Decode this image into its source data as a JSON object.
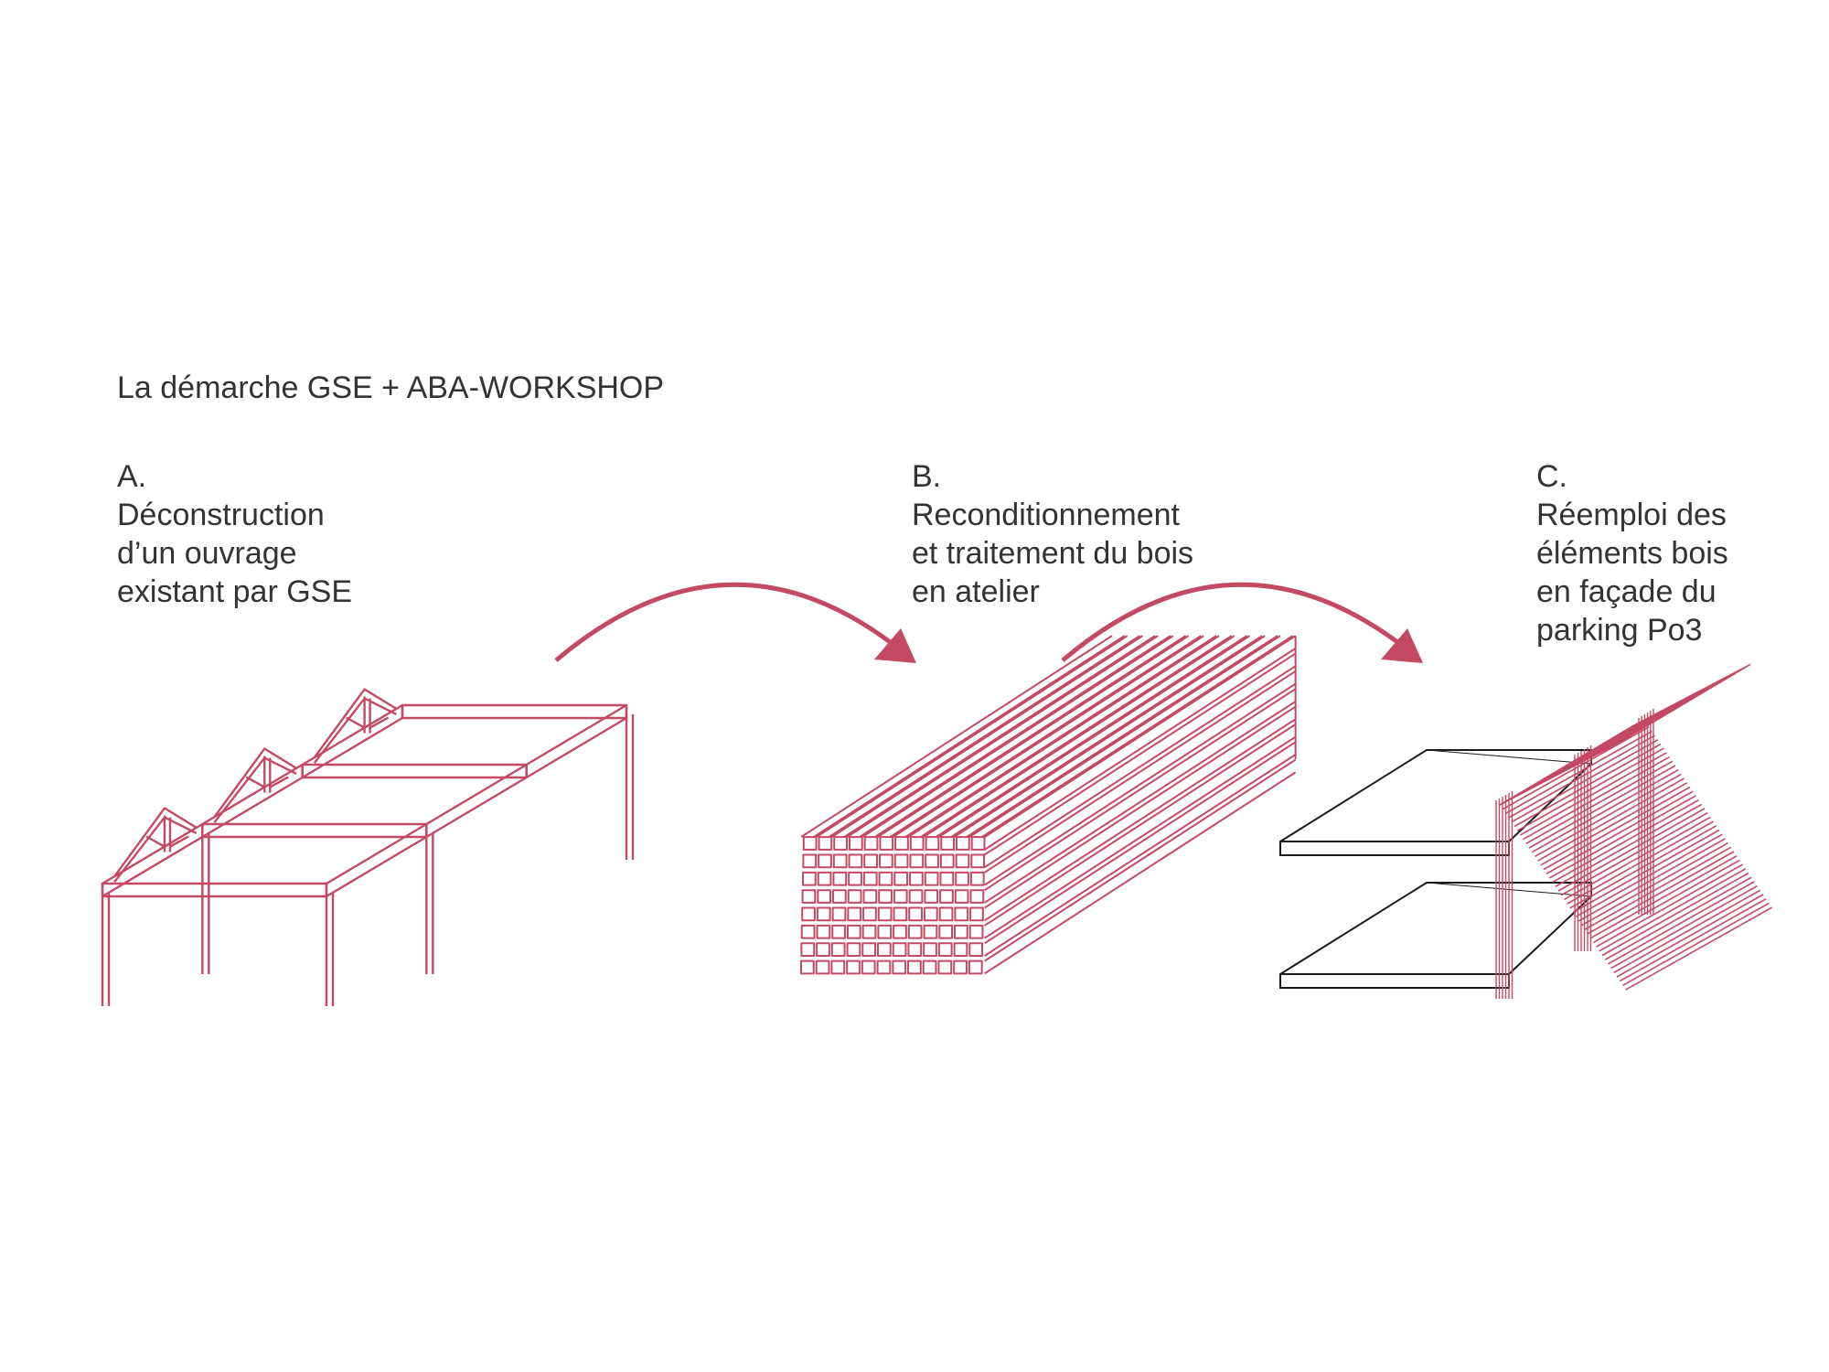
{
  "title": "La démarche GSE + ABA-WORKSHOP",
  "steps": [
    {
      "letter": "A.",
      "lines": [
        "Déconstruction",
        "d’un ouvrage",
        "existant par GSE"
      ]
    },
    {
      "letter": "B.",
      "lines": [
        "Reconditionnement",
        "et traitement du bois",
        "en atelier"
      ]
    },
    {
      "letter": "C.",
      "lines": [
        "Réemploi des",
        "éléments bois",
        "en façade du",
        "parking Po3"
      ]
    }
  ],
  "colors": {
    "accent": "#c44a63",
    "dark": "#333333",
    "line": "#1a1a1a"
  }
}
